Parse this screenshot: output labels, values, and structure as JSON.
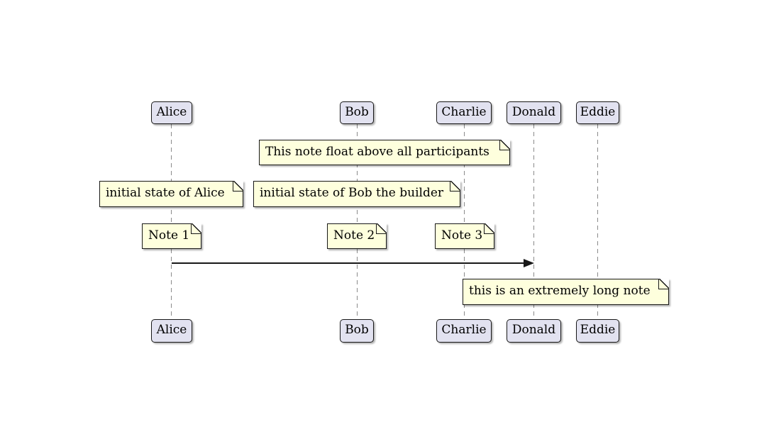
{
  "diagram": {
    "type": "sequence-diagram",
    "colors": {
      "background": "#FFFFFF",
      "participant_fill": "#E2E2F0",
      "participant_border": "#181818",
      "note_fill": "#FEFFDD",
      "note_border": "#181818",
      "lifeline": "#8A8A8A",
      "arrow": "#181818",
      "text": "#000000"
    },
    "participants": [
      {
        "name": "Alice"
      },
      {
        "name": "Bob"
      },
      {
        "name": "Charlie"
      },
      {
        "name": "Donald"
      },
      {
        "name": "Eddie"
      }
    ],
    "notes": [
      {
        "text": "This note float above all participants",
        "position": "floating above participants"
      },
      {
        "text": "initial state of Alice",
        "position": "over Alice"
      },
      {
        "text": "initial state of Bob the builder",
        "position": "over Bob"
      },
      {
        "text": "Note 1",
        "position": "over Alice"
      },
      {
        "text": "Note 2",
        "position": "over Bob"
      },
      {
        "text": "Note 3",
        "position": "over Charlie"
      },
      {
        "text": "this is an extremely long note",
        "position": "over Donald and Eddie"
      }
    ],
    "messages": [
      {
        "from": "Alice",
        "to": "Donald",
        "label": "",
        "style": "solid-filled-arrowhead"
      }
    ]
  }
}
